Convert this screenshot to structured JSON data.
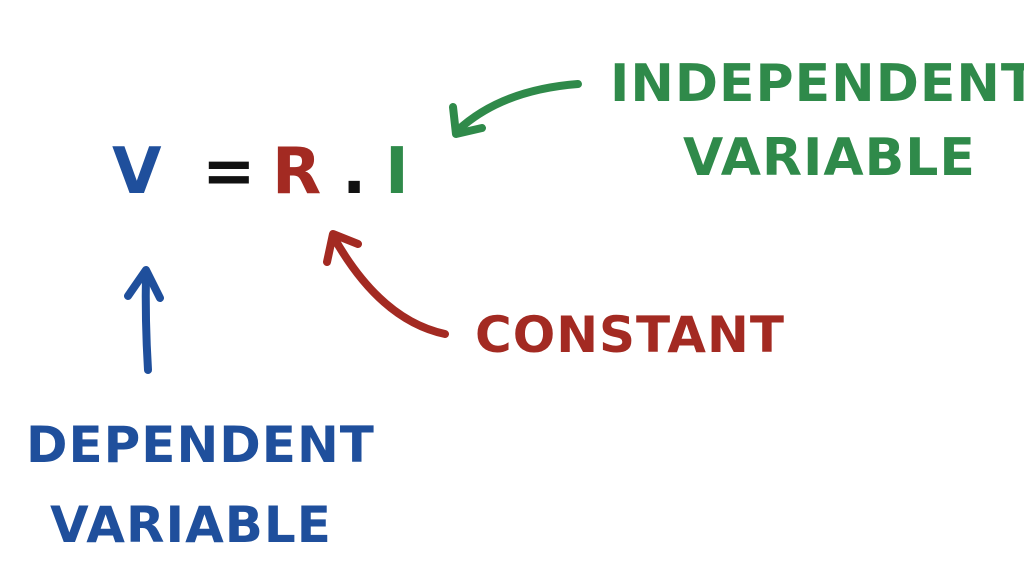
{
  "equation": {
    "dependent_symbol": "V",
    "equals": "=",
    "constant_symbol": "R",
    "operator": ".",
    "independent_symbol": "I"
  },
  "labels": {
    "independent_line1": "INDEPENDENT",
    "independent_line2": "VARIABLE",
    "constant": "CONSTANT",
    "dependent_line1": "DEPENDENT",
    "dependent_line2": "VARIABLE"
  },
  "colors": {
    "dependent": "#1f4f9c",
    "constant": "#a32a22",
    "independent": "#2f8a4a",
    "operator": "#111111"
  }
}
